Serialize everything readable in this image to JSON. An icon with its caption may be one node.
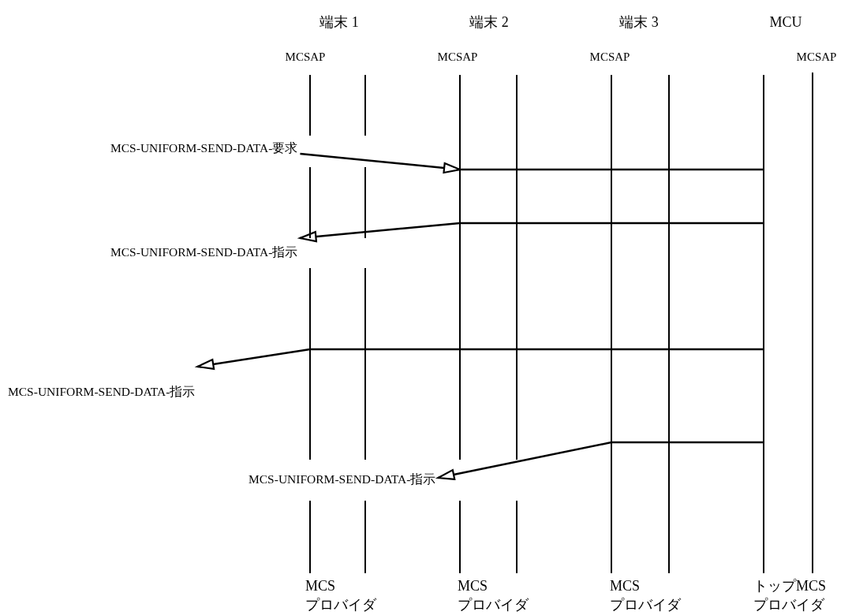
{
  "diagram": {
    "nodes": [
      {
        "text": [],
        "shape": "bar"
      },
      {
        "text": [],
        "shape": "bar"
      },
      {
        "text": [],
        "shape": "bar"
      },
      {
        "text": [],
        "shape": "bar"
      },
      {
        "text": [
          "MCS-UNIFORM-SEND-DATA-要求"
        ]
      },
      {
        "text": [
          "MCS-UNIFORM-SEND-DATA-指示"
        ]
      },
      {
        "text": [
          "MCS-UNIFORM-SEND-DATA-指示"
        ]
      },
      {
        "text": [
          "MCS-UNIFORM-SEND-DATA-指示"
        ]
      }
    ],
    "edges": [
      {
        "from": 4,
        "to": 1,
        "arrow": "to"
      },
      {
        "from": 1,
        "to": 3,
        "arrow": "none"
      },
      {
        "from": 3,
        "to": 1,
        "arrow": "none"
      },
      {
        "from": 1,
        "to": 5,
        "arrow": "to"
      },
      {
        "from": 3,
        "to": 0,
        "arrow": "none"
      },
      {
        "from": 0,
        "to": 6,
        "arrow": "to"
      },
      {
        "from": 3,
        "to": 2,
        "arrow": "none"
      },
      {
        "from": 2,
        "to": 7,
        "arrow": "to"
      }
    ],
    "labels": [
      "端末 1",
      "端末 2",
      "端末 3",
      "MCU",
      "MCSAP",
      "MCSAP",
      "MCSAP",
      "MCSAP",
      "MCS プロバイダ",
      "MCS プロバイダ",
      "MCS プロバイダ",
      "トップMCS プロバイダ"
    ]
  }
}
